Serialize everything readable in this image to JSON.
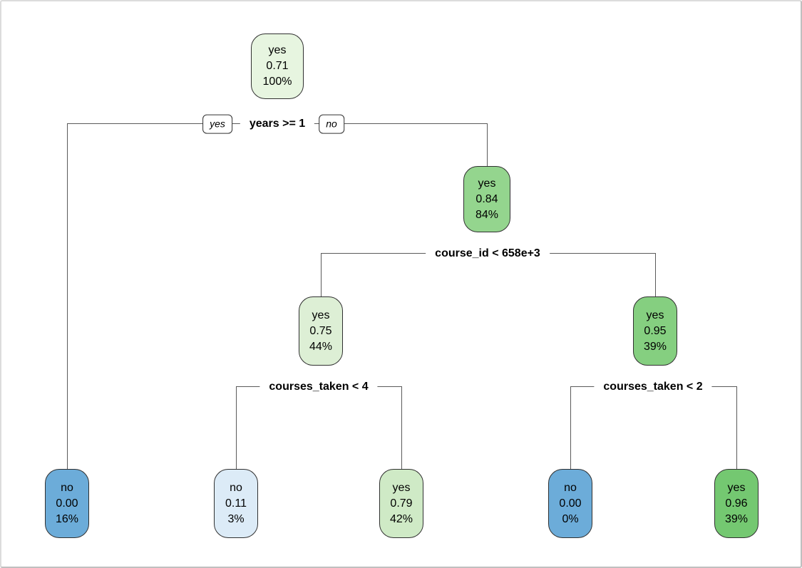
{
  "frame": {
    "background": "#ffffff",
    "border_color": "#c9c9c9"
  },
  "tree": {
    "type": "decision-tree",
    "line_color": "#5a5a5a",
    "node_border_color": "#303030",
    "branch_tags": {
      "left": "yes",
      "right": "no"
    },
    "splits": [
      {
        "condition": "years >= 1"
      },
      {
        "condition": "course_id < 658e+3"
      },
      {
        "condition": "courses_taken < 4"
      },
      {
        "condition": "courses_taken < 2"
      }
    ],
    "nodes": {
      "root": {
        "label": "yes",
        "prob": "0.71",
        "pct": "100%",
        "fill": "#e7f5e0"
      },
      "yes_84": {
        "label": "yes",
        "prob": "0.84",
        "pct": "84%",
        "fill": "#94d58e"
      },
      "yes_75": {
        "label": "yes",
        "prob": "0.75",
        "pct": "44%",
        "fill": "#ddefd5"
      },
      "yes_95": {
        "label": "yes",
        "prob": "0.95",
        "pct": "39%",
        "fill": "#85cf80"
      },
      "leaf_no_16": {
        "label": "no",
        "prob": "0.00",
        "pct": "16%",
        "fill": "#6cacd9"
      },
      "leaf_no_3": {
        "label": "no",
        "prob": "0.11",
        "pct": "3%",
        "fill": "#dcebf7"
      },
      "leaf_yes_42": {
        "label": "yes",
        "prob": "0.79",
        "pct": "42%",
        "fill": "#cfeac6"
      },
      "leaf_no_0": {
        "label": "no",
        "prob": "0.00",
        "pct": "0%",
        "fill": "#6cacd9"
      },
      "leaf_yes_39": {
        "label": "yes",
        "prob": "0.96",
        "pct": "39%",
        "fill": "#74c871"
      }
    }
  }
}
